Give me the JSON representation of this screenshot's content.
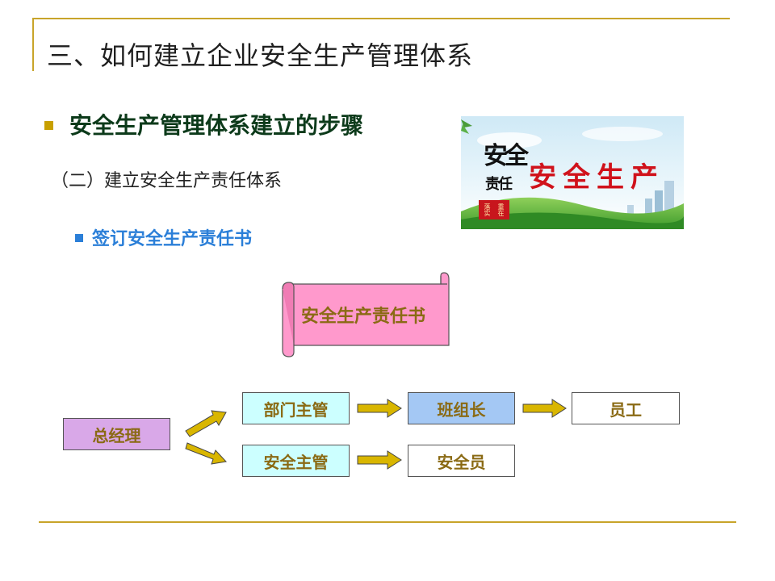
{
  "slide": {
    "title": "三、如何建立企业安全生产管理体系",
    "heading": "安全生产管理体系建立的步骤",
    "subheading": "（二）建立安全生产责任体系",
    "sub_bullet": "签订安全生产责任书",
    "scroll_label": "安全生产责任书"
  },
  "banner": {
    "title": "安全生产",
    "calligraphy_top": "安全",
    "calligraphy_bottom": "责任",
    "seal_text": [
      "落实",
      "重在"
    ]
  },
  "org_chart": {
    "root": "总经理",
    "branch_top": [
      "部门主管",
      "班组长",
      "员工"
    ],
    "branch_bottom": [
      "安全主管",
      "安全员"
    ]
  },
  "colors": {
    "rule": "#c8a42a",
    "heading_bullet": "#c8a000",
    "sub_bullet": "#2b7fd8",
    "box_text": "#8a6a14",
    "root_fill": "#d9a8e8",
    "manager_fill": "#ccffff",
    "lead_fill": "#a4c8f4",
    "scroll_fill": "#ff99cc",
    "arrow_fill": "#d9b600"
  }
}
